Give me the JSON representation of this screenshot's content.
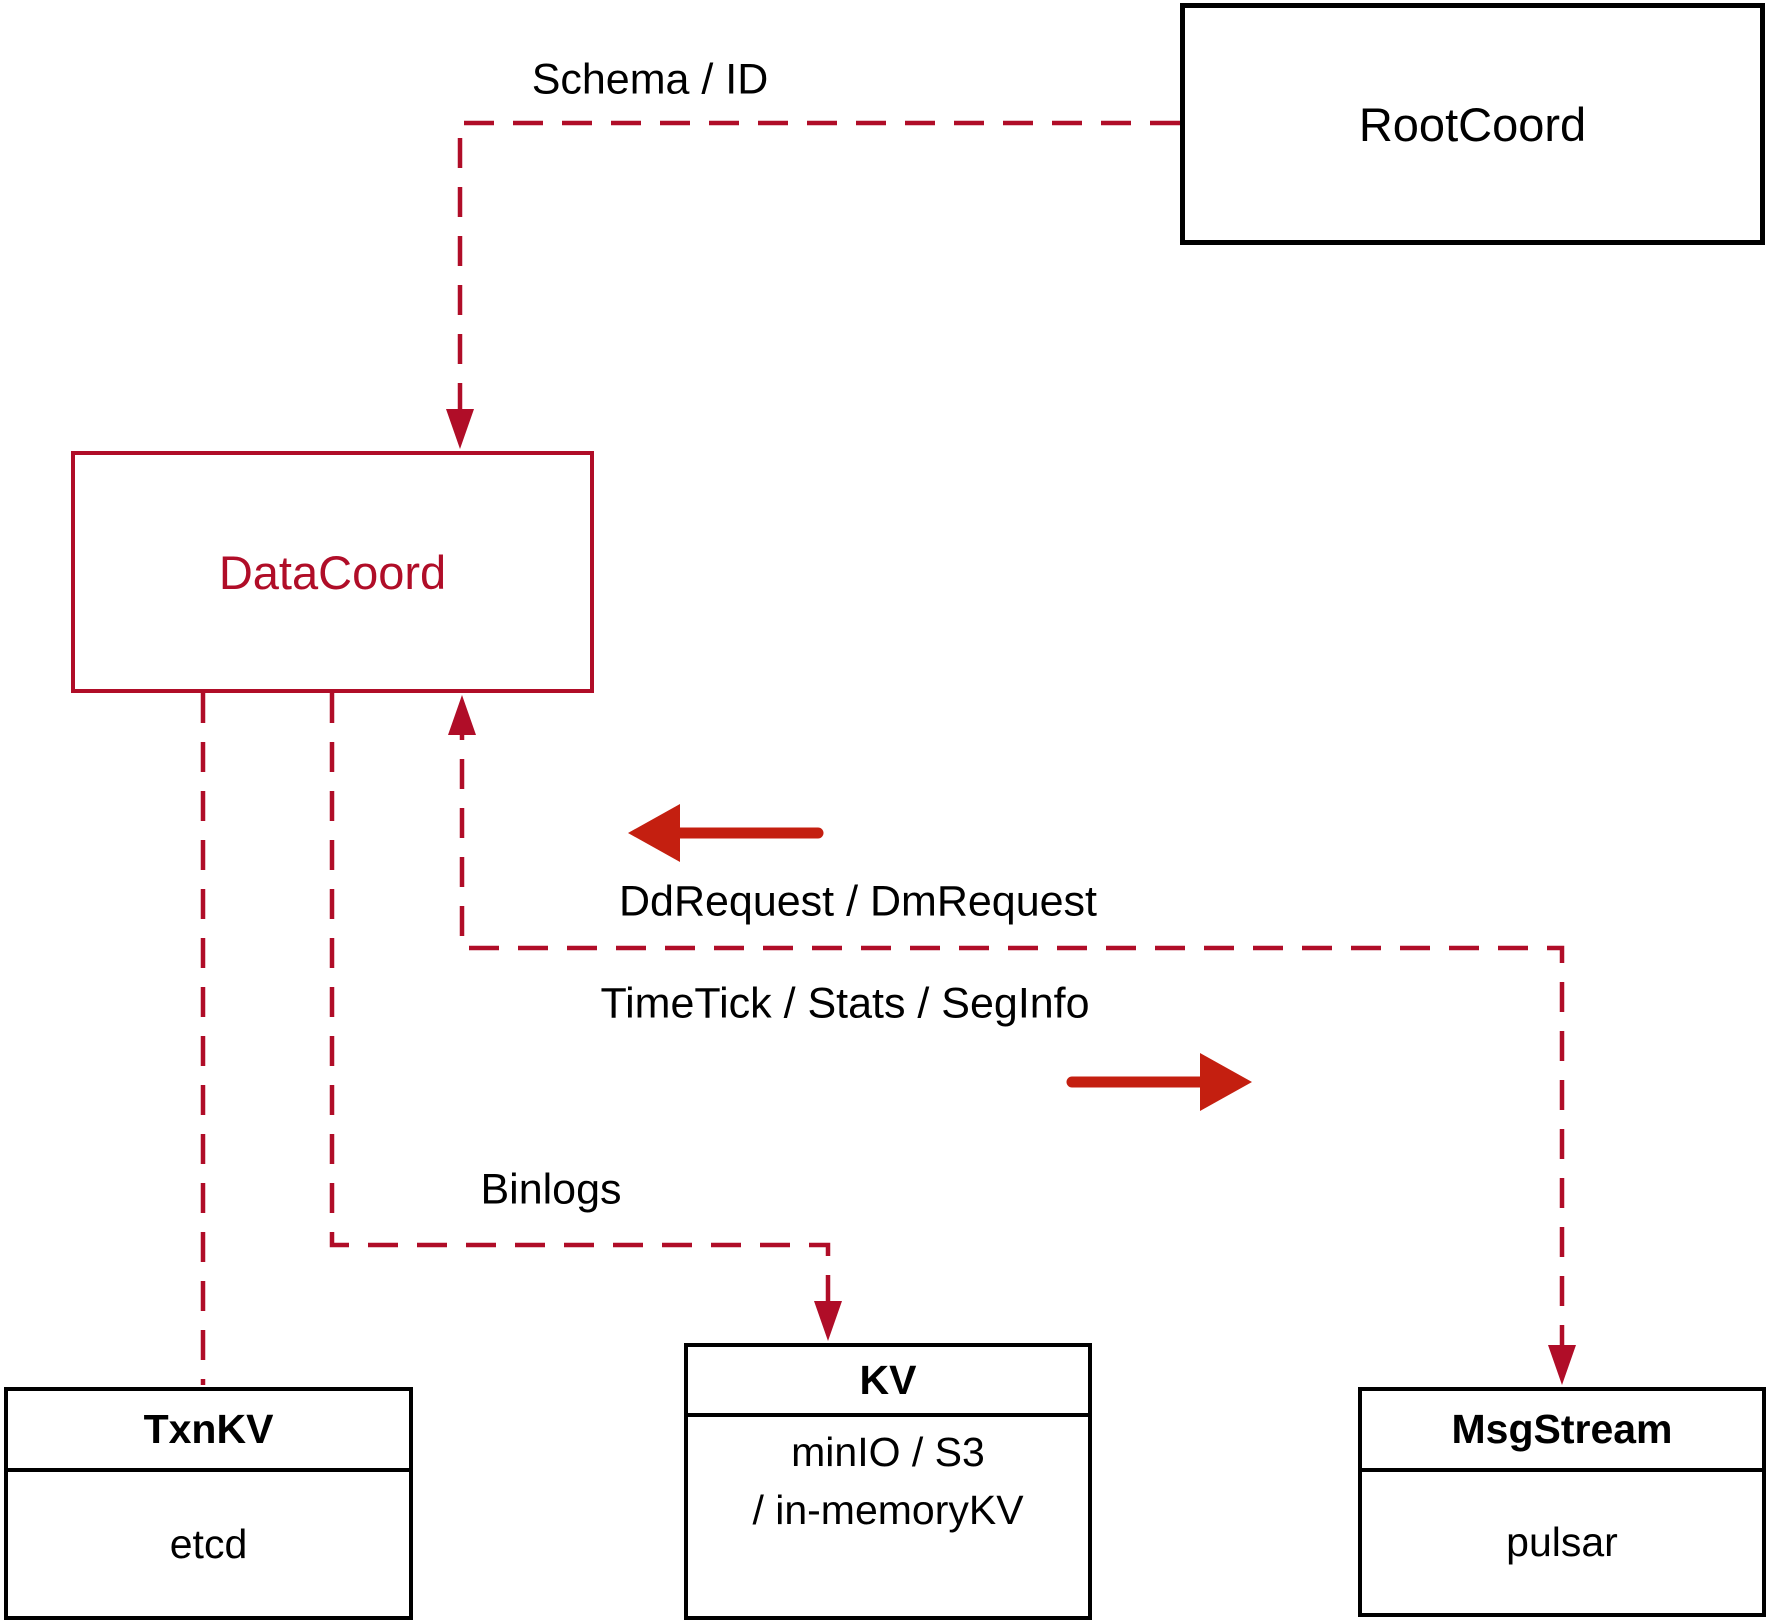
{
  "diagram": {
    "nodes": {
      "rootcoord": {
        "label": "RootCoord"
      },
      "datacoord": {
        "label": "DataCoord"
      },
      "txnkv": {
        "title": "TxnKV",
        "body": "etcd"
      },
      "kv": {
        "title": "KV",
        "body": [
          "minIO / S3",
          "/ in-memoryKV"
        ]
      },
      "msgstream": {
        "title": "MsgStream",
        "body": "pulsar"
      }
    },
    "edge_labels": {
      "schema_id": "Schema / ID",
      "dd_request": "DdRequest / DmRequest",
      "time_tick": "TimeTick / Stats / SegInfo",
      "binlogs": "Binlogs"
    },
    "colors": {
      "dashed_line": "#b00d28",
      "solid_arrow": "#c41f10",
      "box_border": "#000000",
      "datacoord_accent": "#b00d28",
      "background": "#ffffff"
    }
  }
}
